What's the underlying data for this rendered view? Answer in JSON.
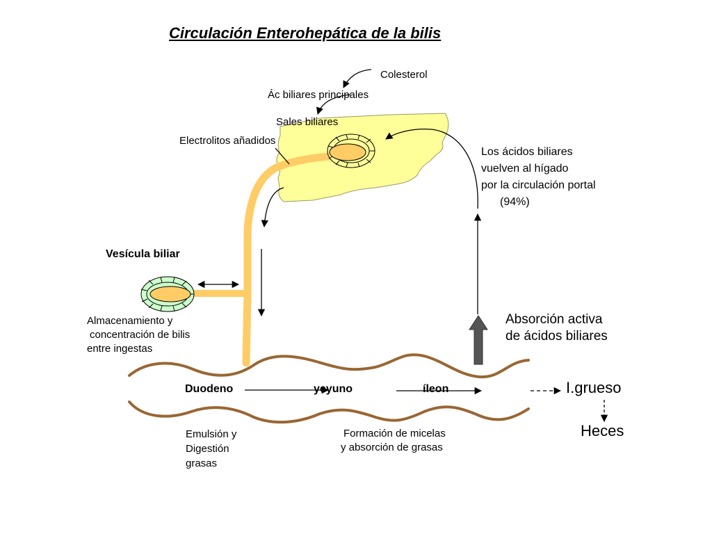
{
  "title": "Circulación Enterohepática de la bilis",
  "labels": {
    "colesterol": "Colesterol",
    "ac_biliares": "Ác biliares principales",
    "sales_biliares": "Sales biliares",
    "electrolitos": "Electrolitos añadidos",
    "retorno": [
      "Los ácidos biliares",
      "vuelven al hígado",
      "por la circulación portal",
      "(94%)"
    ],
    "vesicula": "Vesícula biliar",
    "almacenamiento": [
      "Almacenamiento y",
      "concentración de bilis",
      "entre ingestas"
    ],
    "absorcion": [
      "Absorción activa",
      "de ácidos biliares"
    ],
    "duodeno": "Duodeno",
    "yeyuno": "yeyuno",
    "ileon": "íleon",
    "grueso": "I.grueso",
    "heces": "Heces",
    "emulsion": [
      "Emulsión y",
      "Digestión",
      "grasas"
    ],
    "micelas": [
      "Formación de micelas",
      "y absorción de grasas"
    ]
  },
  "colors": {
    "liver": "#ffff99",
    "bile_duct": "#ffcc66",
    "gallbladder": "#ccffcc",
    "intestine": "#996633",
    "absorption_arrow": "#555555"
  }
}
